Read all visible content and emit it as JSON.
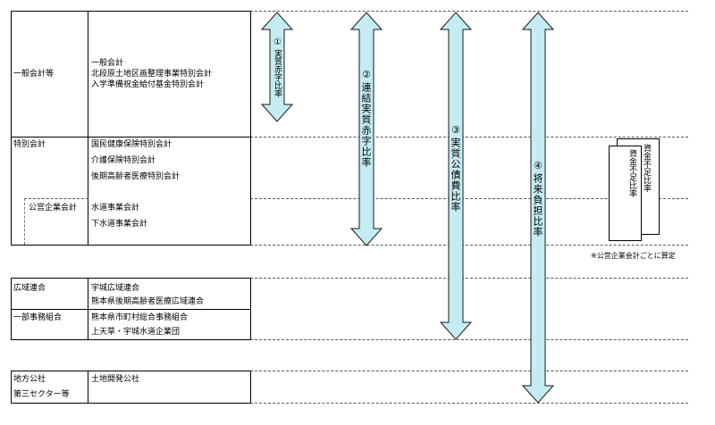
{
  "groups": {
    "general": {
      "label": "一般会計等",
      "items": [
        "一般会計",
        "北段原土地区画整理事業特別会計",
        "入学準備祝金給付基金特別会計"
      ]
    },
    "special": {
      "label": "特別会計",
      "items": [
        "国民健康保険特別会計",
        "介護保険特別会計",
        "後期高齢者医療特別会計"
      ]
    },
    "public_enterprise": {
      "label": "公営企業会計",
      "items": [
        "水道事業会計",
        "下水道事業会計"
      ]
    },
    "wide_area": {
      "label": "広域連合",
      "items": [
        "宇城広域連合",
        "熊本県後期高齢者医療広域連合"
      ]
    },
    "partial_union": {
      "label": "一部事務組合",
      "items": [
        "熊本県市町村総合事務組合",
        "上天草・宇城水道企業団"
      ]
    },
    "local_corp": {
      "label_line1": "地方公社",
      "label_line2": "第三セクター等",
      "items": [
        "土地開発公社"
      ]
    }
  },
  "ratios": {
    "r1": {
      "number": "①",
      "label": "実質赤字比率"
    },
    "r2": {
      "number": "②",
      "label": "連結実質赤字比率"
    },
    "r3": {
      "number": "③",
      "label": "実質公債費比率"
    },
    "r4": {
      "number": "④",
      "label": "将来負担比率"
    },
    "shortage_front": "資金不足比率",
    "shortage_back": "資金不足比率"
  },
  "note": "※公営企業会計ごとに算定",
  "colors": {
    "arrow_fill": "#c5ecf3",
    "arrow_stroke": "#1a1a1a"
  }
}
